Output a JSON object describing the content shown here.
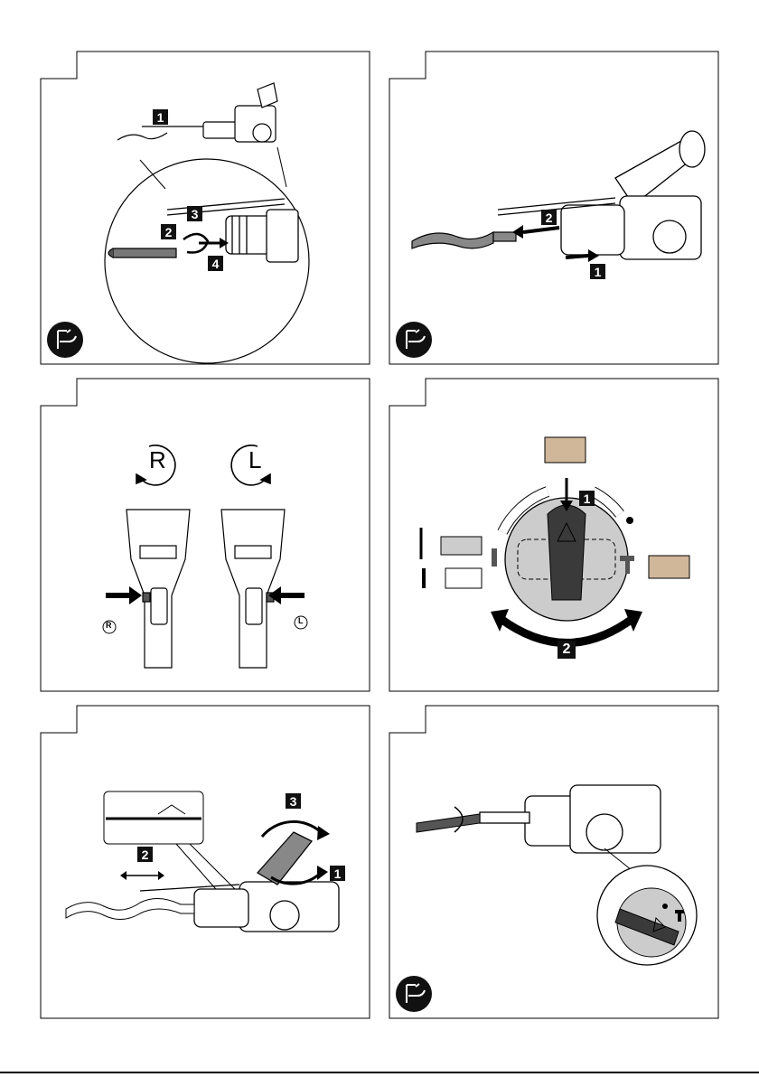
{
  "panels": [
    {
      "id": "insert-bit",
      "steps": [
        "1",
        "2",
        "3",
        "4"
      ]
    },
    {
      "id": "remove-bit",
      "steps": [
        "2",
        "1"
      ]
    },
    {
      "id": "rotation-direction",
      "labels": {
        "right": "R",
        "left": "L"
      }
    },
    {
      "id": "mode-selector",
      "steps": [
        "1",
        "2"
      ]
    },
    {
      "id": "depth-stop",
      "steps": [
        "3",
        "2",
        "1"
      ]
    },
    {
      "id": "chisel-adjust"
    }
  ],
  "icons": [
    "unplug-icon",
    "rotation-right-icon",
    "rotation-left-icon",
    "hammer-icon",
    "drill-icon",
    "arrow-icon"
  ],
  "colors": {
    "ink": "#111111",
    "dial_dark": "#3a3a3a",
    "dial_light": "#cccccc",
    "wood": "#d8cbb4",
    "stone": "#d0b79a"
  }
}
